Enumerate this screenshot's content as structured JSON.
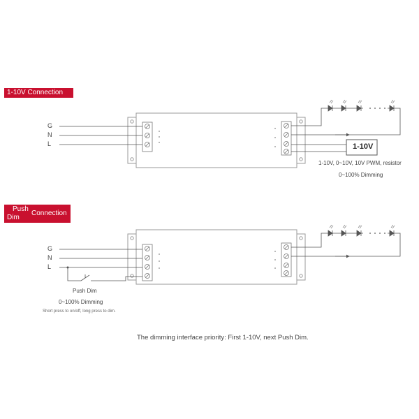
{
  "section1": {
    "label": "1-10V Connection",
    "wires": [
      "G",
      "N",
      "L"
    ],
    "dimmer_label": "1-10V",
    "caption_line1": "1-10V, 0~10V, 10V PWM, resistor",
    "caption_line2": "0~100% Dimming"
  },
  "section2": {
    "label_line1": "Push",
    "label_line2": "Dim",
    "label_right": "Connection",
    "wires": [
      "G",
      "N",
      "L"
    ],
    "switch_label": "Push Dim",
    "caption_line1": "0~100% Dimming",
    "caption_line2": "Short press to on/off, long press to dim."
  },
  "footer": "The dimming interface priority: First 1-10V, next Push Dim.",
  "colors": {
    "accent": "#c9102f",
    "line": "#555555"
  }
}
